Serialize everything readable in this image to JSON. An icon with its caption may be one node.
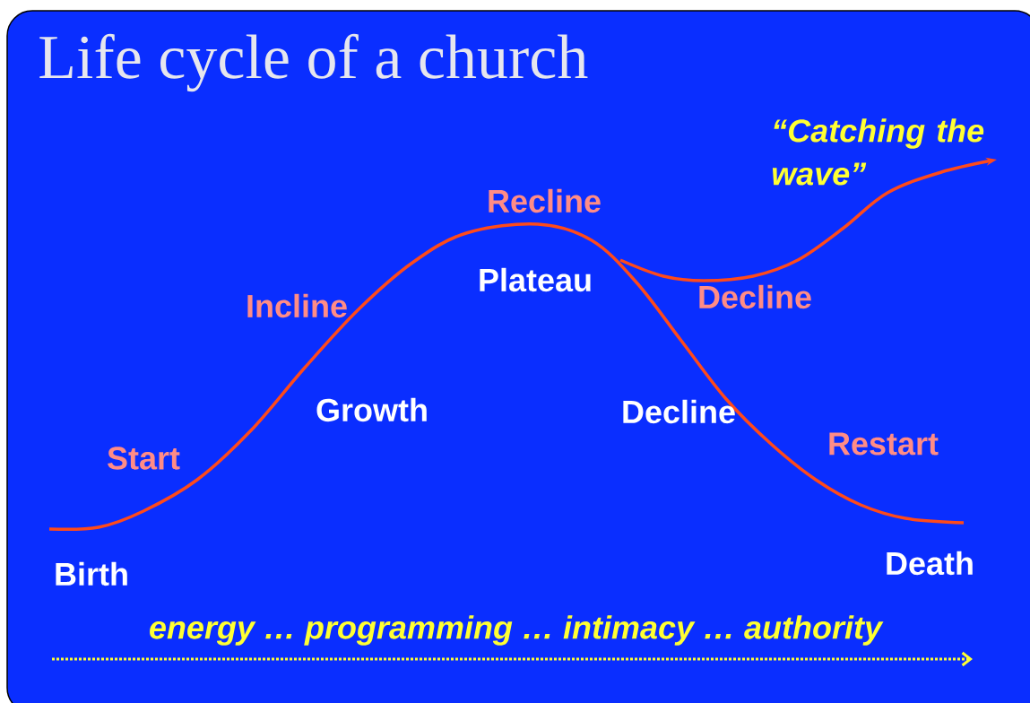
{
  "diagram": {
    "title": "Life cycle of a church",
    "labels": [
      "“Catching the wave”",
      "Recline",
      "Plateau",
      "Incline",
      "Decline",
      "Growth",
      "Decline",
      "Start",
      "Restart",
      "Death",
      "Birth",
      "energy  …  programming  …  intimacy  …  authority"
    ]
  }
}
